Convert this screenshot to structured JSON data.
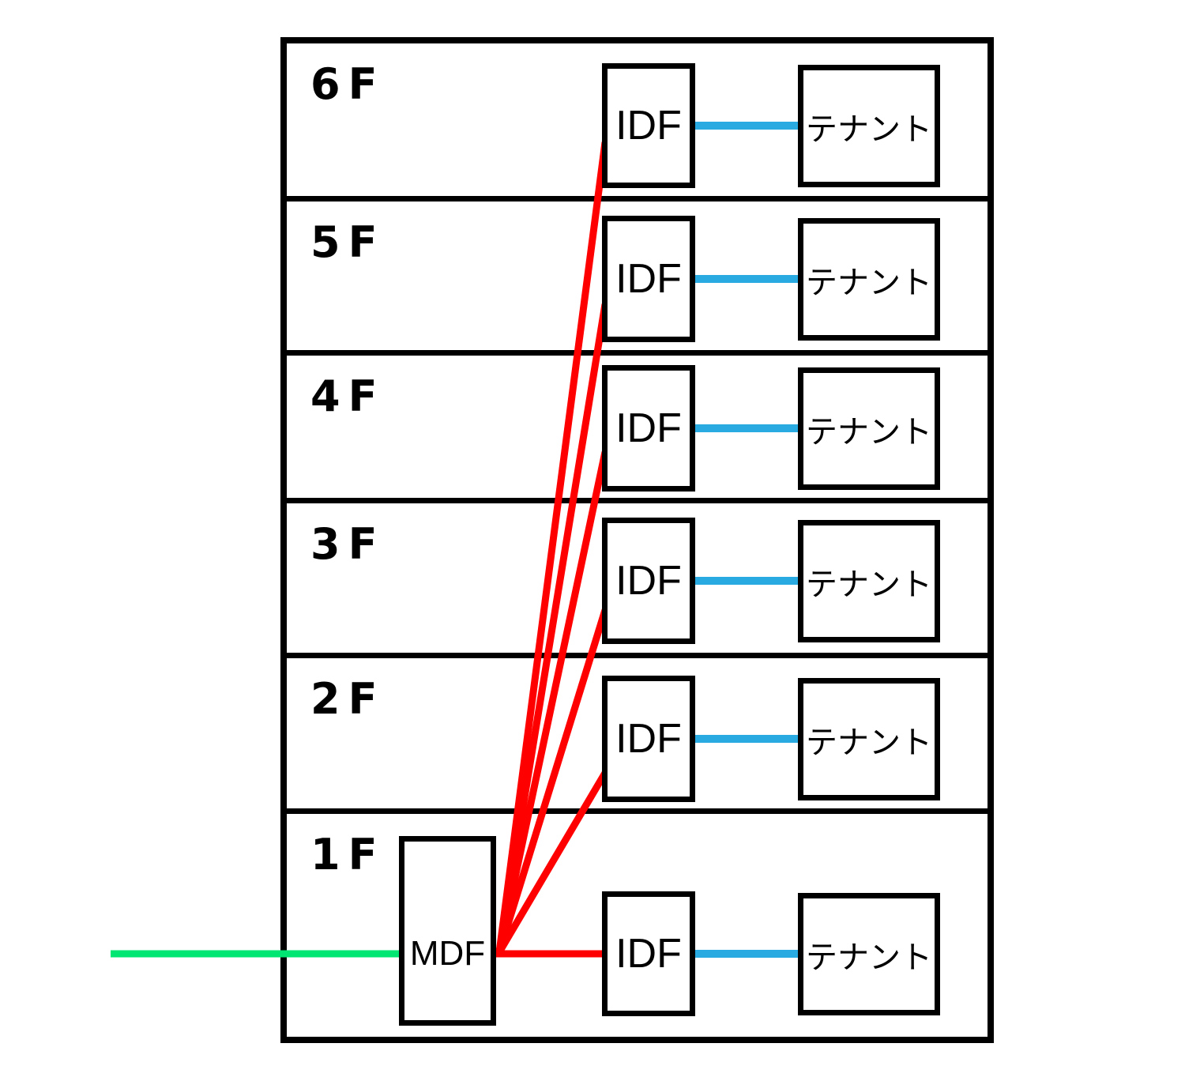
{
  "colors": {
    "wan_green": "#00e673",
    "backbone_red": "#ff0000",
    "lan_blue": "#29abe2",
    "outline_black": "#000000"
  },
  "floors": [
    {
      "label": "6F",
      "idf_label": "IDF",
      "tenant_label": "テナント"
    },
    {
      "label": "5F",
      "idf_label": "IDF",
      "tenant_label": "テナント"
    },
    {
      "label": "4F",
      "idf_label": "IDF",
      "tenant_label": "テナント"
    },
    {
      "label": "3F",
      "idf_label": "IDF",
      "tenant_label": "テナント"
    },
    {
      "label": "2F",
      "idf_label": "IDF",
      "tenant_label": "テナント"
    },
    {
      "label": "1F",
      "idf_label": "IDF",
      "tenant_label": "テナント",
      "mdf_label": "MDF"
    }
  ]
}
